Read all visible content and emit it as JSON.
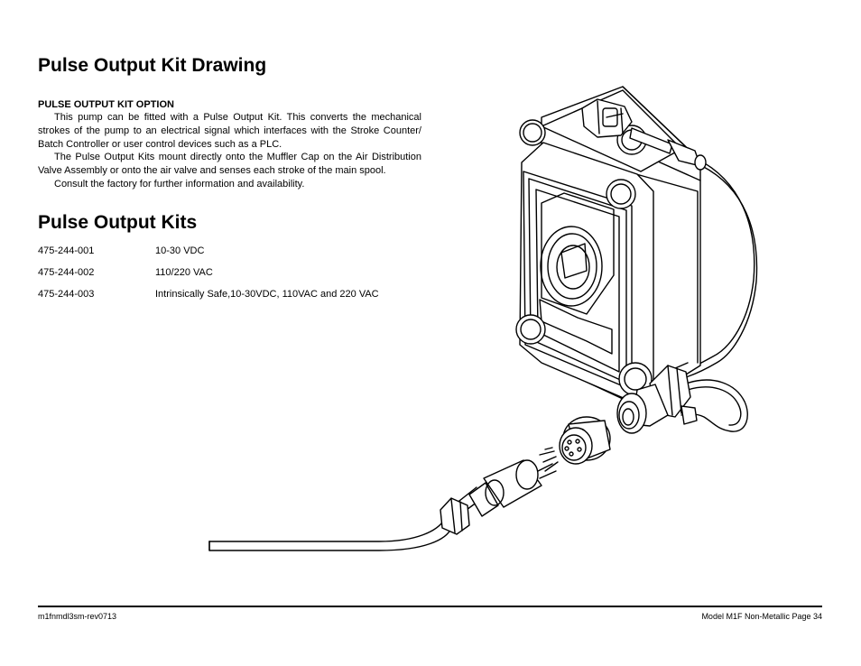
{
  "page": {
    "title": "Pulse Output Kit Drawing",
    "option": {
      "heading": "PULSE OUTPUT KIT OPTION",
      "paragraphs": [
        "This pump can be fitted with a Pulse Output Kit. This converts the mechanical strokes of the pump to an electrical signal which interfaces with the Stroke Counter/ Batch Controller or user control devices such as a PLC.",
        "The Pulse Output Kits mount directly onto the Muffler Cap on the Air Distribution Valve Assembly or onto the air valve and senses each stroke of the main spool.",
        "Consult the factory for further information and availability."
      ]
    },
    "kits_title": "Pulse Output Kits",
    "kits": [
      {
        "part": "475-244-001",
        "description": "10-30 VDC"
      },
      {
        "part": "475-244-002",
        "description": "110/220 VAC"
      },
      {
        "part": "475-244-003",
        "description": "Intrinsically Safe,10-30VDC, 110VAC and 220 VAC"
      }
    ]
  },
  "footer": {
    "doc_code": "m1fnmdl3sm-rev0713",
    "page_label": "Model M1F Non-Metallic Page 34"
  }
}
